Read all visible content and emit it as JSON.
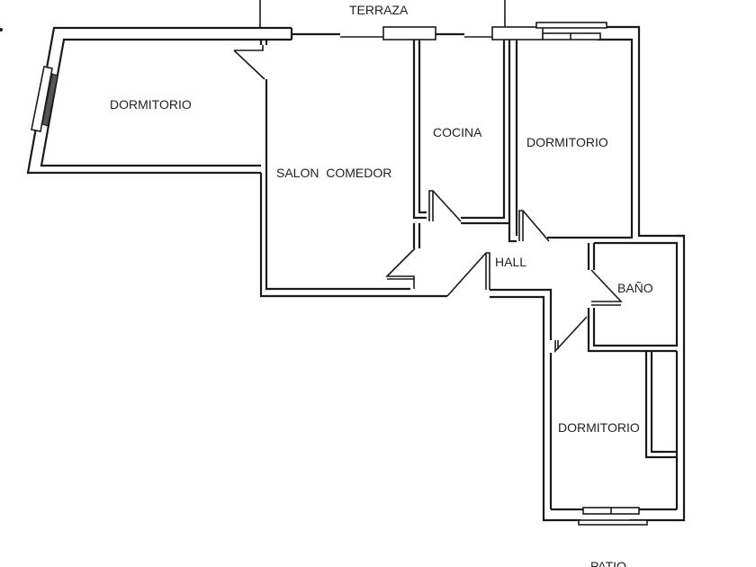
{
  "floor_plan": {
    "title": "Floor plan",
    "rooms": [
      {
        "id": "dormitorio-1",
        "label": "DORMITORIO"
      },
      {
        "id": "salon-comedor",
        "label": "SALON  COMEDOR"
      },
      {
        "id": "cocina",
        "label": "COCINA"
      },
      {
        "id": "dormitorio-2",
        "label": "DORMITORIO"
      },
      {
        "id": "hall",
        "label": "HALL"
      },
      {
        "id": "bano",
        "label": "BAÑO"
      },
      {
        "id": "dormitorio-3",
        "label": "DORMITORIO"
      }
    ],
    "exterior": {
      "terraza": "TERRAZA",
      "patio": "PATIO"
    }
  }
}
